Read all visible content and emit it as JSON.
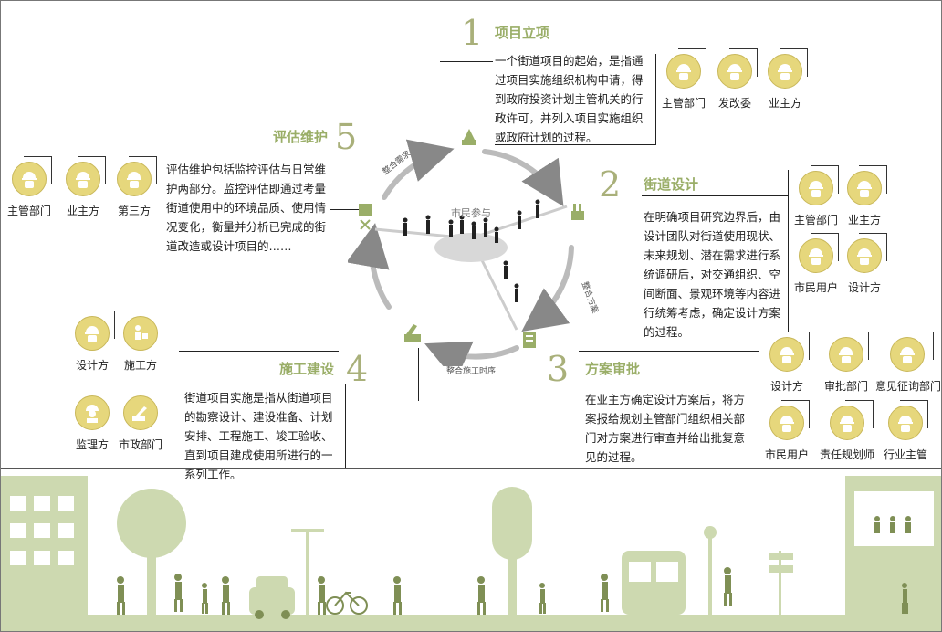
{
  "center": {
    "label": "市民参与"
  },
  "cycle_labels": {
    "a": "整合需求",
    "b": "整合方案",
    "c": "整合施工时序"
  },
  "stages": [
    {
      "num": "1",
      "title": "项目立项",
      "body": "一个街道项目的起始，是指通过项目实施组织机构申请，得到政府投资计划主管机关的行政许可，并列入项目实施组织或政府计划的过程。",
      "actors": [
        "主管部门",
        "发改委",
        "业主方"
      ]
    },
    {
      "num": "2",
      "title": "街道设计",
      "body": "在明确项目研究边界后，由设计团队对街道使用现状、未来规划、潜在需求进行系统调研后，对交通组织、空间断面、景观环境等内容进行统筹考虑，确定设计方案的过程。",
      "actors": [
        "主管部门",
        "业主方",
        "市民用户",
        "设计方"
      ]
    },
    {
      "num": "3",
      "title": "方案审批",
      "body": "在业主方确定设计方案后，将方案报给规划主管部门组织相关部门对方案进行审查并给出批复意见的过程。",
      "actors": [
        "设计方",
        "审批部门",
        "意见征询部门",
        "市民用户",
        "责任规划师",
        "行业主管"
      ]
    },
    {
      "num": "4",
      "title": "施工建设",
      "body": "街道项目实施是指从街道项目的勘察设计、建设准备、计划安排、工程施工、竣工验收、直到项目建成使用所进行的一系列工作。",
      "actors": [
        "设计方",
        "施工方",
        "监理方",
        "市政部门"
      ]
    },
    {
      "num": "5",
      "title": "评估维护",
      "body": "评估维护包括监控评估与日常维护两部分。监控评估即通过考量街道使用中的环境品质、使用情况变化，衡量并分析已完成的街道改造或设计项目的……",
      "actors": [
        "主管部门",
        "业主方",
        "第三方"
      ]
    }
  ],
  "colors": {
    "accent": "#9aae68",
    "badge": "#e6d77c",
    "street": "#cdd9b0"
  }
}
